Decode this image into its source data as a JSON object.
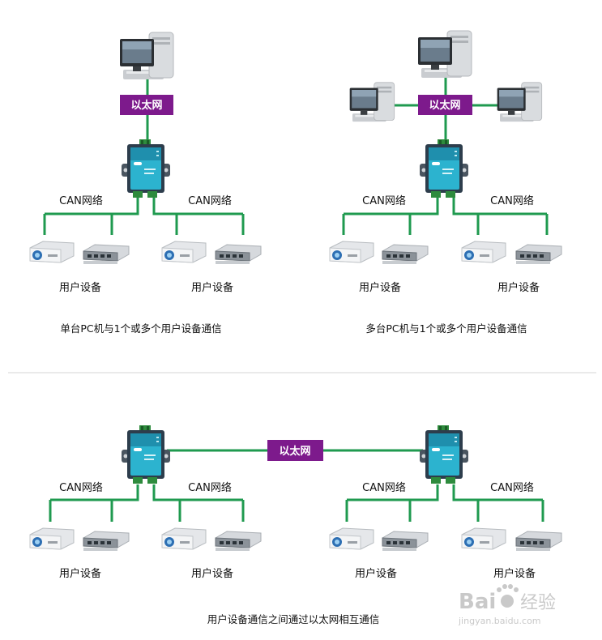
{
  "labels": {
    "ethernet": "以太网",
    "can_network": "CAN网络",
    "user_device": "用户设备"
  },
  "captions": {
    "top_left": "单台PC机与1个或多个用户设备通信",
    "top_right": "多台PC机与1个或多个用户设备通信",
    "bottom": "用户设备通信之间通过以太网相互通信"
  },
  "watermark": {
    "brand": "Bai",
    "brand_suffix": "经验",
    "url": "jingyan.baidu.com"
  },
  "colors": {
    "line": "#1f9a4f",
    "ethernet_box": "#7d1a8c",
    "separator": "#d6d6d6"
  }
}
